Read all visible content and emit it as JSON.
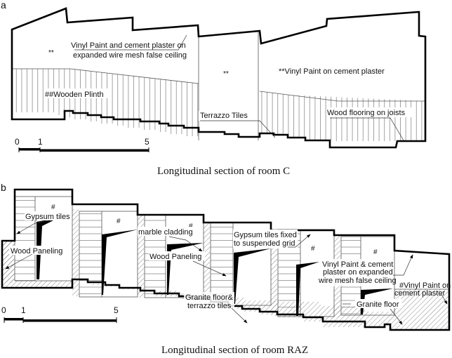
{
  "figure": {
    "panels": [
      {
        "id": "a",
        "letter": "a",
        "caption": "Longitudinal section of  room C",
        "labels": {
          "star_left": "**",
          "star_mid": "**",
          "ceiling_line1": "Vinyl Paint and cement plaster on",
          "ceiling_line2": "expanded wire mesh false ceiling",
          "vinyl": "**Vinyl Paint on cement plaster",
          "plinth": "##Wooden Plinth",
          "terrazzo": "Terrazzo Tiles",
          "wood_floor": "Wood flooring on joists"
        },
        "scale": {
          "ticks": [
            "0",
            "1",
            "5"
          ]
        }
      },
      {
        "id": "b",
        "letter": "b",
        "caption": "Longitudinal section of  room RAZ",
        "labels": {
          "hash": "#",
          "gypsum": "Gypsum tiles",
          "wood_panel_1": "Wood Paneling",
          "marble": "marble cladding",
          "wood_panel_2": "Wood Paneling",
          "gypsum_grid_1": "Gypsum tiles fixed",
          "gypsum_grid_2": "to suspended grid",
          "vinyl_ceiling_1": "Vinyl Paint & cement",
          "vinyl_ceiling_2": "plaster on expanded",
          "vinyl_ceiling_3": "wire mesh false ceiling",
          "vinyl_wall_1": "#Vinyl Paint on",
          "vinyl_wall_2": "cement plaster",
          "granite_terrazzo_1": "Granite floor&",
          "granite_terrazzo_2": "terrazzo tiles",
          "granite": "Granite floor"
        },
        "scale": {
          "ticks": [
            "0",
            "1",
            "5"
          ]
        }
      }
    ]
  }
}
